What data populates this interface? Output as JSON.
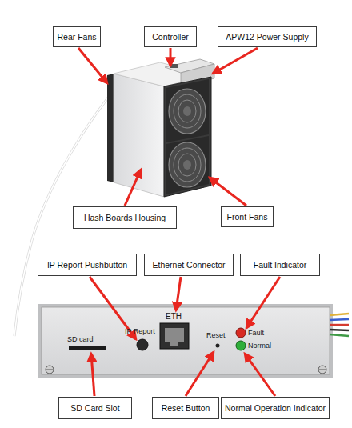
{
  "diagram": {
    "nodes": [
      {
        "text": [
          "Rear Fans"
        ]
      },
      {
        "text": [
          "Controller"
        ]
      },
      {
        "text": [
          "APW12 Power Supply"
        ]
      },
      {
        "text": [
          "Hash Boards Housing"
        ]
      },
      {
        "text": [
          "Front Fans"
        ]
      },
      {
        "text": [
          "IP Report Pushbutton"
        ]
      },
      {
        "text": [
          "Ethernet Connector"
        ]
      },
      {
        "text": [
          "Fault Indicator"
        ]
      },
      {
        "text": [
          "SD Card Slot"
        ]
      },
      {
        "text": [
          "Reset Button"
        ]
      },
      {
        "text": [
          "Normal Operation Indicator"
        ]
      }
    ],
    "labels": [
      "SD card",
      "IP Report",
      "ETH",
      "Reset",
      "Fault",
      "Normal"
    ]
  }
}
